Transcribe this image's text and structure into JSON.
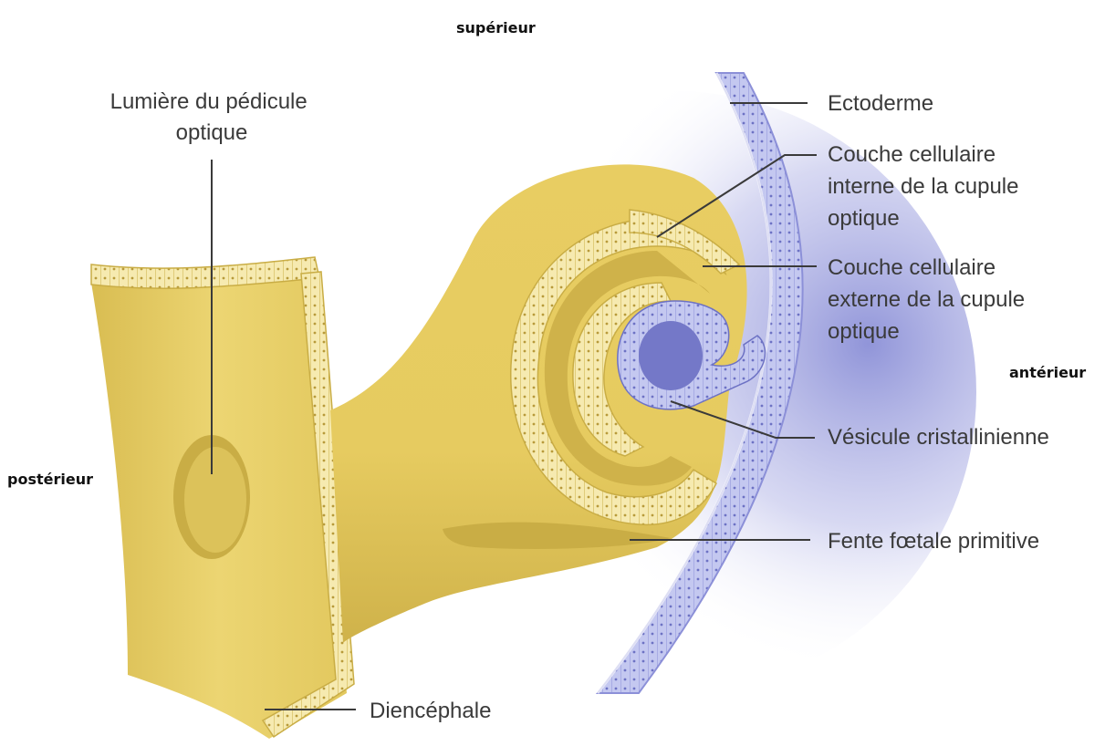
{
  "orientation": {
    "top": "supérieur",
    "right": "antérieur",
    "left": "postérieur"
  },
  "labels": {
    "lumen_line1": "Lumière du pédicule",
    "lumen_line2": "optique",
    "ectoderm": "Ectoderme",
    "inner_line1": "Couche cellulaire",
    "inner_line2": "interne de la cupule",
    "inner_line3": "optique",
    "outer_line1": "Couche cellulaire",
    "outer_line2": "externe de la cupule",
    "outer_line3": "optique",
    "lens_vesicle": "Vésicule cristallinienne",
    "fissure": "Fente fœtale primitive",
    "diencephalon": "Diencéphale"
  },
  "colors": {
    "neural_tissue": "#e9d068",
    "neural_tissue_shade": "#c9ad45",
    "neural_wall_cells": "#f6eab0",
    "ectoderm": "#a9aee6",
    "ectoderm_cells": "#c4c8f0",
    "mesenchyme_shadow": "#8c90d8",
    "leader_line": "#3a3a3a"
  }
}
